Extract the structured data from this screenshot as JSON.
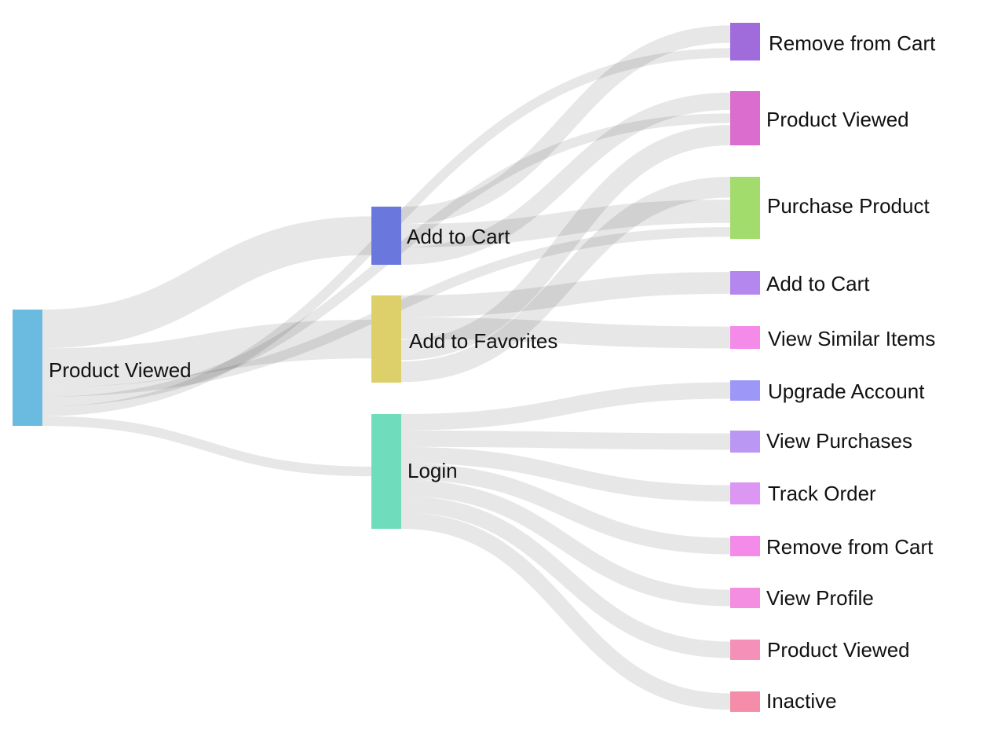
{
  "diagram": {
    "type": "sankey",
    "nodes": [
      {
        "id": "pv0",
        "label": "Product Viewed",
        "column": 0,
        "color": "#6bbbe0"
      },
      {
        "id": "cart1",
        "label": "Add to Cart",
        "column": 1,
        "color": "#6a77dc"
      },
      {
        "id": "fav1",
        "label": "Add to Favorites",
        "column": 1,
        "color": "#ddd06b"
      },
      {
        "id": "login1",
        "label": "Login",
        "column": 1,
        "color": "#6fdcbc"
      },
      {
        "id": "rfc2",
        "label": "Remove from Cart",
        "column": 2,
        "color": "#a06cdc"
      },
      {
        "id": "pv2",
        "label": "Product Viewed",
        "column": 2,
        "color": "#da6dcd"
      },
      {
        "id": "pp2",
        "label": "Purchase Product",
        "column": 2,
        "color": "#a2dc6d"
      },
      {
        "id": "atc2",
        "label": "Add to Cart",
        "column": 2,
        "color": "#b387ee"
      },
      {
        "id": "vsi2",
        "label": "View Similar Items",
        "column": 2,
        "color": "#f58be9"
      },
      {
        "id": "ua2",
        "label": "Upgrade Account",
        "column": 2,
        "color": "#9d97f7"
      },
      {
        "id": "vp2",
        "label": "View Purchases",
        "column": 2,
        "color": "#b997f2"
      },
      {
        "id": "to2",
        "label": "Track Order",
        "column": 2,
        "color": "#db97f2"
      },
      {
        "id": "rfc2b",
        "label": "Remove from Cart",
        "column": 2,
        "color": "#f58be9"
      },
      {
        "id": "vpr2",
        "label": "View Profile",
        "column": 2,
        "color": "#f38ee0"
      },
      {
        "id": "pv2b",
        "label": "Product Viewed",
        "column": 2,
        "color": "#f590b8"
      },
      {
        "id": "in2",
        "label": "Inactive",
        "column": 2,
        "color": "#f58caa"
      }
    ],
    "links": [
      {
        "source": "pv0",
        "target": "cart1",
        "value": 4
      },
      {
        "source": "pv0",
        "target": "fav1",
        "value": 4
      },
      {
        "source": "pv0",
        "target": "pp2",
        "value": 1
      },
      {
        "source": "pv0",
        "target": "pv2",
        "value": 1
      },
      {
        "source": "pv0",
        "target": "rfc2",
        "value": 1
      },
      {
        "source": "pv0",
        "target": "login1",
        "value": 1
      },
      {
        "source": "cart1",
        "target": "rfc2",
        "value": 1.5
      },
      {
        "source": "cart1",
        "target": "pp2",
        "value": 2
      },
      {
        "source": "cart1",
        "target": "pv2",
        "value": 1.5
      },
      {
        "source": "fav1",
        "target": "atc2",
        "value": 1.5
      },
      {
        "source": "fav1",
        "target": "vsi2",
        "value": 1.5
      },
      {
        "source": "fav1",
        "target": "pv2",
        "value": 1.5
      },
      {
        "source": "fav1",
        "target": "pp2",
        "value": 1.5
      },
      {
        "source": "login1",
        "target": "ua2",
        "value": 1.5
      },
      {
        "source": "login1",
        "target": "vp2",
        "value": 1.5
      },
      {
        "source": "login1",
        "target": "to2",
        "value": 1.5
      },
      {
        "source": "login1",
        "target": "rfc2b",
        "value": 1.5
      },
      {
        "source": "login1",
        "target": "vpr2",
        "value": 1.5
      },
      {
        "source": "login1",
        "target": "pv2b",
        "value": 1.5
      },
      {
        "source": "login1",
        "target": "in2",
        "value": 1.5
      }
    ]
  }
}
